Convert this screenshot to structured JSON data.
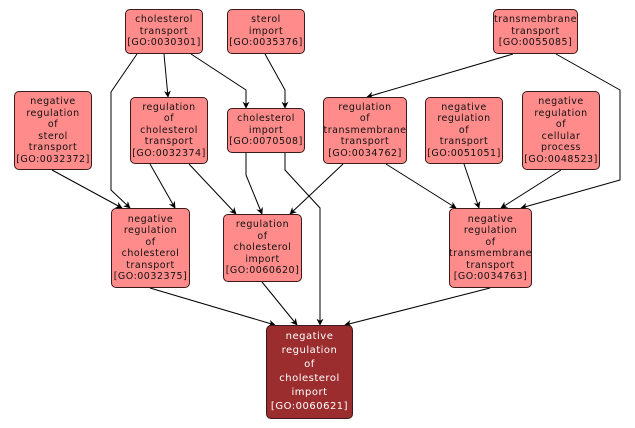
{
  "graph": {
    "title": "GO ancestor graph",
    "colors": {
      "node_fill": "#ff8b8b",
      "target_fill": "#9b2d2e",
      "node_border": "#3a1a1a",
      "edge": "#000000"
    },
    "nodes": [
      {
        "id": "GO:0030301",
        "lines": [
          "cholesterol",
          "transport",
          "[GO:0030301]"
        ]
      },
      {
        "id": "GO:0035376",
        "lines": [
          "sterol",
          "import",
          "[GO:0035376]"
        ]
      },
      {
        "id": "GO:0055085",
        "lines": [
          "transmembrane",
          "transport",
          "[GO:0055085]"
        ]
      },
      {
        "id": "GO:0032372",
        "lines": [
          "negative",
          "regulation",
          "of",
          "sterol",
          "transport",
          "[GO:0032372]"
        ]
      },
      {
        "id": "GO:0032374",
        "lines": [
          "regulation",
          "of",
          "cholesterol",
          "transport",
          "[GO:0032374]"
        ]
      },
      {
        "id": "GO:0070508",
        "lines": [
          "cholesterol",
          "import",
          "[GO:0070508]"
        ]
      },
      {
        "id": "GO:0034762",
        "lines": [
          "regulation",
          "of",
          "transmembrane",
          "transport",
          "[GO:0034762]"
        ]
      },
      {
        "id": "GO:0051051",
        "lines": [
          "negative",
          "regulation",
          "of",
          "transport",
          "[GO:0051051]"
        ]
      },
      {
        "id": "GO:0048523",
        "lines": [
          "negative",
          "regulation",
          "of",
          "cellular",
          "process",
          "[GO:0048523]"
        ]
      },
      {
        "id": "GO:0032375",
        "lines": [
          "negative",
          "regulation",
          "of",
          "cholesterol",
          "transport",
          "[GO:0032375]"
        ]
      },
      {
        "id": "GO:0060620",
        "lines": [
          "regulation",
          "of",
          "cholesterol",
          "import",
          "[GO:0060620]"
        ]
      },
      {
        "id": "GO:0034763",
        "lines": [
          "negative",
          "regulation",
          "of",
          "transmembrane",
          "transport",
          "[GO:0034763]"
        ]
      },
      {
        "id": "GO:0060621",
        "lines": [
          "negative",
          "regulation",
          "of",
          "cholesterol",
          "import",
          "[GO:0060621]"
        ],
        "target": true
      }
    ],
    "edges": [
      {
        "from": "GO:0030301",
        "to": "GO:0032374"
      },
      {
        "from": "GO:0030301",
        "to": "GO:0070508"
      },
      {
        "from": "GO:0030301",
        "to": "GO:0032375"
      },
      {
        "from": "GO:0035376",
        "to": "GO:0070508"
      },
      {
        "from": "GO:0055085",
        "to": "GO:0034762"
      },
      {
        "from": "GO:0055085",
        "to": "GO:0034763"
      },
      {
        "from": "GO:0032372",
        "to": "GO:0032375"
      },
      {
        "from": "GO:0032374",
        "to": "GO:0032375"
      },
      {
        "from": "GO:0032374",
        "to": "GO:0060620"
      },
      {
        "from": "GO:0070508",
        "to": "GO:0060620"
      },
      {
        "from": "GO:0070508",
        "to": "GO:0060621"
      },
      {
        "from": "GO:0034762",
        "to": "GO:0060620"
      },
      {
        "from": "GO:0034762",
        "to": "GO:0034763"
      },
      {
        "from": "GO:0051051",
        "to": "GO:0034763"
      },
      {
        "from": "GO:0048523",
        "to": "GO:0034763"
      },
      {
        "from": "GO:0032375",
        "to": "GO:0060621"
      },
      {
        "from": "GO:0060620",
        "to": "GO:0060621"
      },
      {
        "from": "GO:0034763",
        "to": "GO:0060621"
      }
    ]
  }
}
